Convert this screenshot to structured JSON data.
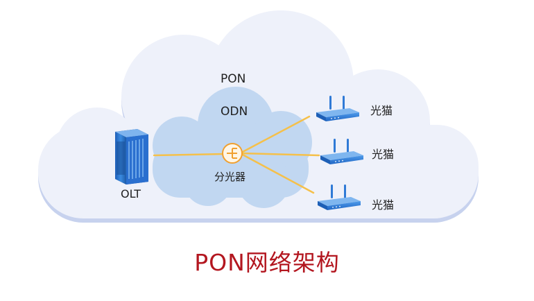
{
  "labels": {
    "pon": "PON",
    "odn": "ODN",
    "olt": "OLT",
    "splitter": "分光器",
    "ont": [
      "光猫",
      "光猫",
      "光猫"
    ]
  },
  "caption": "PON网络架构",
  "colors": {
    "outer_cloud": "#eef1fa",
    "outer_cloud_shadow": "#c7d2ee",
    "inner_cloud": "#c1d7f1",
    "fiber": "#f5c04a",
    "splitter": "#f0a030",
    "device_blue": "#2f7ad6",
    "caption": "#b3161f"
  },
  "icons": {
    "olt": "server-rack-icon",
    "splitter": "optical-splitter-icon",
    "ont": "router-icon"
  }
}
